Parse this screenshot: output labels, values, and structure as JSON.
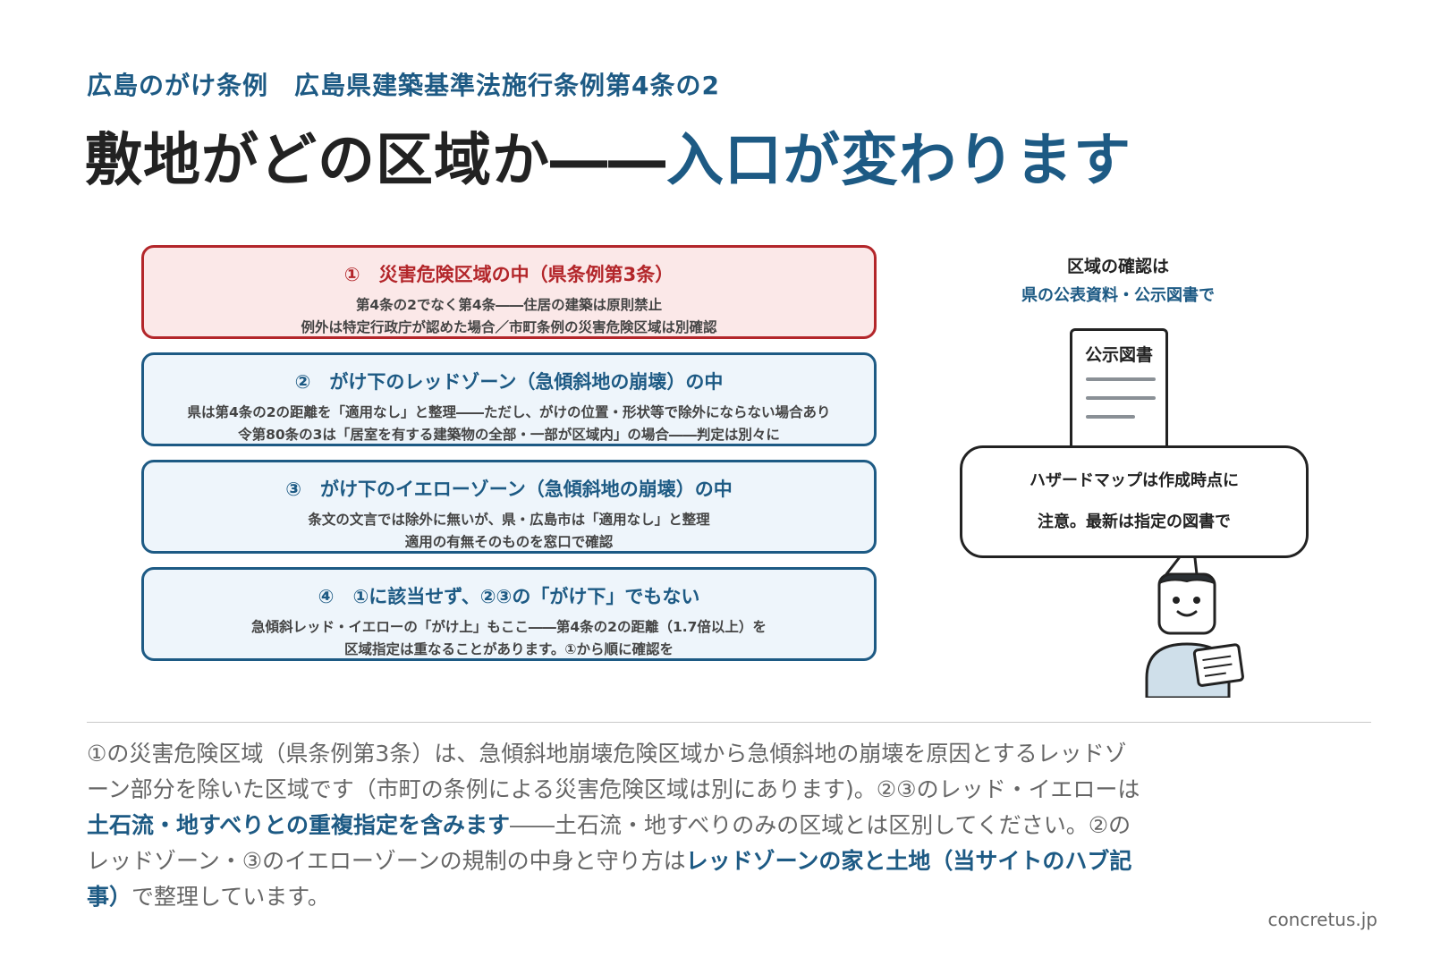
{
  "header": {
    "subtitle": "広島のがけ条例　広島県建築基準法施行条例第4条の2",
    "title_main": "敷地がどの区域か――",
    "title_accent": "入口が変わります"
  },
  "boxes": [
    {
      "heading": "①　災害危険区域の中（県条例第3条）",
      "lines": [
        "第4条の2でなく第4条――住居の建築は原則禁止",
        "例外は特定行政庁が認めた場合／市町条例の災害危険区域は別確認"
      ],
      "style": "red"
    },
    {
      "heading": "②　がけ下のレッドゾーン（急傾斜地の崩壊）の中",
      "lines": [
        "県は第4条の2の距離を「適用なし」と整理――ただし、がけの位置・形状等で除外にならない場合あり",
        "令第80条の3は「居室を有する建築物の全部・一部が区域内」の場合――判定は別々に"
      ],
      "style": "blue"
    },
    {
      "heading": "③　がけ下のイエローゾーン（急傾斜地の崩壊）の中",
      "lines": [
        "条文の文言では除外に無いが、県・広島市は「適用なし」と整理",
        "適用の有無そのものを窓口で確認"
      ],
      "style": "blue"
    },
    {
      "heading": "④　①に該当せず、②③の「がけ下」でもない",
      "lines": [
        "急傾斜レッド・イエローの「がけ上」もここ――第4条の2の距離（1.7倍以上）を",
        "区域指定は重なることがあります。①から順に確認を"
      ],
      "style": "blue"
    }
  ],
  "side": {
    "title": "区域の確認は",
    "subtitle": "県の公表資料・公示図書で",
    "doc_label": "公示図書",
    "bubble_line1": "ハザードマップは作成時点に",
    "bubble_line2": "注意。最新は指定の図書で"
  },
  "footer": {
    "p1": "①の災害危険区域（県条例第3条）は、急傾斜地崩壊危険区域から急傾斜地の崩壊を原因とするレッドゾーン部分を除いた区域です（市町の条例による災害危険区域は別にあります)。②③のレッド・イエローは",
    "p1_hl": "土石流・地すべりとの重複指定を含みます",
    "p2": "――土石流・地すべりのみの区域とは区別してください。②のレッドゾーン・③のイエローゾーンの規制の中身と守り方は",
    "p2_hl": "レッドゾーンの家と土地（当サイトのハブ記事）",
    "p3": "で整理しています。",
    "source": "concretus.jp"
  },
  "colors": {
    "accent": "#1d5a84",
    "red": "#b3262a",
    "red_bg": "#fbe8e8",
    "blue_bg": "#eef5fb"
  }
}
